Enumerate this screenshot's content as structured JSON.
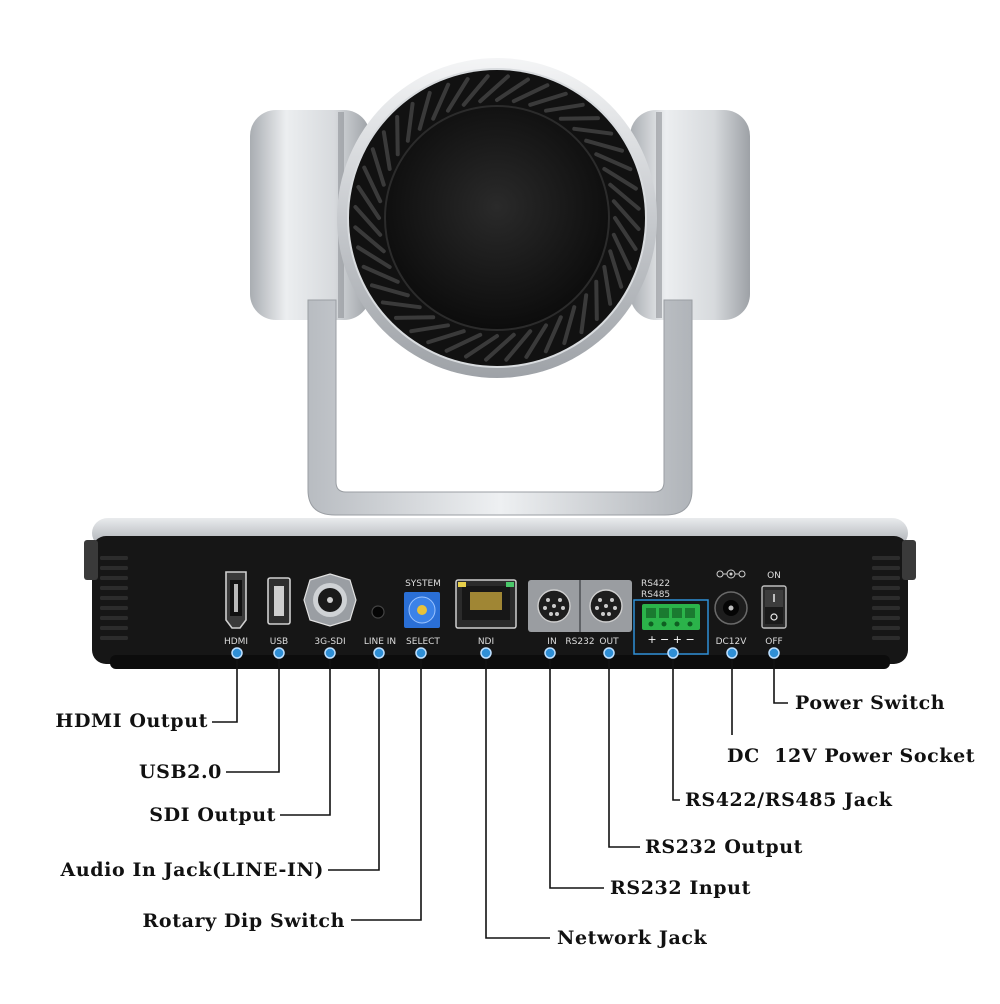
{
  "colors": {
    "connector_dot": "#2f8fd6",
    "leader_line": "#111111",
    "body_silver": "#c9ccd0",
    "panel_black": "#141414",
    "terminal_green": "#2bb34a",
    "dip_blue": "#2a6fd6",
    "highlight_box": "#2f8fd6"
  },
  "port_labels": {
    "hdmi": "HDMI",
    "usb": "USB",
    "sdi": "3G-SDI",
    "line_in": "LINE IN",
    "system": "SYSTEM",
    "select": "SELECT",
    "ndi": "NDI",
    "rs232_in": "IN",
    "rs232": "RS232",
    "rs232_out": "OUT",
    "rs422": "RS422",
    "rs485": "RS485",
    "terminal_signs": "+ − + −",
    "dc12v": "DC12V",
    "on": "ON",
    "off": "OFF"
  },
  "callouts": {
    "hdmi_output": "HDMI Output",
    "usb20": "USB2.0",
    "sdi_output": "SDI Output",
    "audio_in": "Audio In Jack(LINE-IN)",
    "rotary_dip": "Rotary Dip Switch",
    "network_jack": "Network Jack",
    "rs232_input": "RS232 Input",
    "rs232_output": "RS232 Output",
    "rs422_jack": "RS422/RS485 Jack",
    "dc_socket": "DC  12V Power Socket",
    "power_switch": "Power Switch"
  },
  "icons": {
    "camera": "ptz-camera-rear-view",
    "hdmi_port": "hdmi-port-icon",
    "usb_port": "usb-port-icon",
    "sdi_port": "bnc-connector-icon",
    "audio_jack": "audio-jack-icon",
    "rotary_switch": "rotary-dip-switch-icon",
    "rj45": "rj45-port-icon",
    "mini_din": "mini-din-port-icon",
    "terminal_block": "terminal-block-icon",
    "dc_jack": "dc-barrel-jack-icon",
    "rocker_switch": "rocker-switch-icon",
    "polarity_symbol": "dc-polarity-icon"
  }
}
